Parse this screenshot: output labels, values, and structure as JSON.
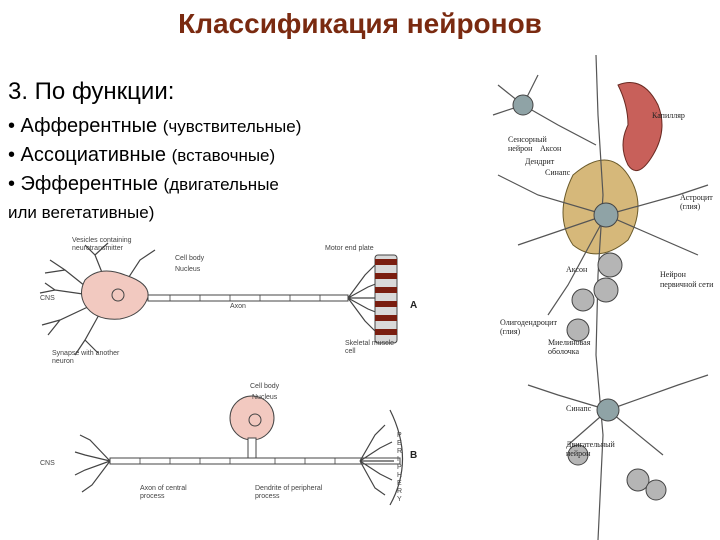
{
  "slide": {
    "title": "Классификация нейронов",
    "heading": "3. По функции:",
    "bullets": [
      {
        "main": "• Афферентные",
        "sub": "(чувствительные)"
      },
      {
        "main": "• Ассоциативные",
        "sub": "(вставочные)"
      },
      {
        "main": "• Эфферентные",
        "sub": "(двигательные"
      }
    ],
    "continuation": "или вегетативные)",
    "title_color": "#7a2a10"
  },
  "motor_diagram": {
    "label_vesicles": "Vesicles containing neurotransmitter",
    "label_cell_body": "Cell body",
    "label_nucleus": "Nucleus",
    "label_axon": "Axon",
    "label_cns": "CNS",
    "label_synapse": "Synapse with another neuron",
    "label_end_plate": "Motor end plate",
    "label_muscle": "Skeletal muscle cell",
    "letter": "A"
  },
  "sensory_diagram": {
    "label_cell_body": "Cell body",
    "label_nucleus": "Nucleus",
    "label_cns": "CNS",
    "label_axon_central": "Axon of central process",
    "label_dendrite_peripheral": "Dendrite of peripheral process",
    "label_periphery": "P E R I P H E R Y",
    "letter": "B"
  },
  "right_illustration": {
    "label_capillary": "Капилляр",
    "label_sensory_neuron": "Сенсорный нейрон",
    "label_axon_top": "Аксон",
    "label_dendrite": "Дендрит",
    "label_synapse_top": "Синапс",
    "label_astrocyte": "Астроцит (глия)",
    "label_axon_mid": "Аксон",
    "label_neuron_first": "Нейрон",
    "label_neuron_second": "первичной сети",
    "label_oligo": "Олигодендроцит (глия)",
    "label_myelin": "Миелиновая оболочка",
    "label_synapse_bottom": "Синапс",
    "label_motor_neuron": "Двигательный нейрон"
  }
}
